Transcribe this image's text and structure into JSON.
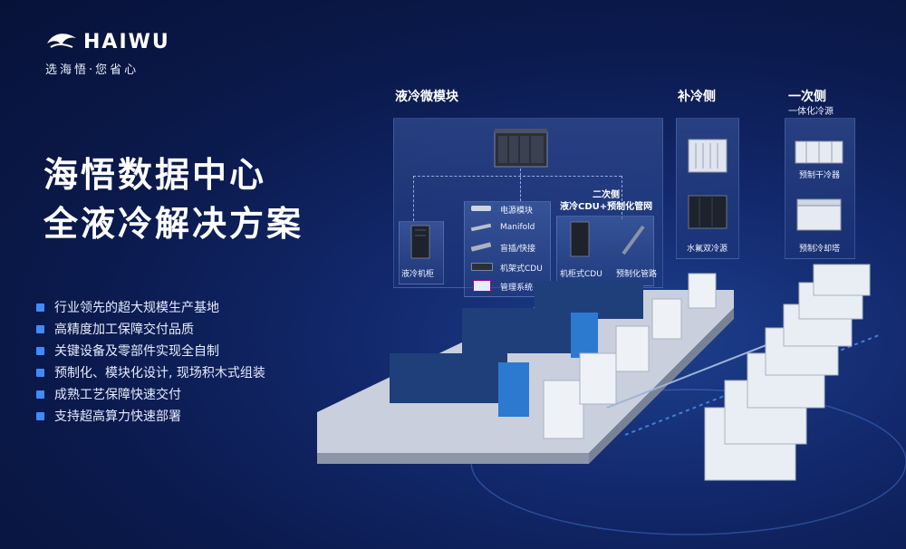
{
  "brand": {
    "name": "HAIWU",
    "tagline": "选海悟·您省心"
  },
  "title": {
    "line1": "海悟数据中心",
    "line2": "全液冷解决方案"
  },
  "bullets": [
    "行业领先的超大规模生产基地",
    "高精度加工保障交付品质",
    "关键设备及零部件实现全自制",
    "预制化、模块化设计, 现场积木式组装",
    "成熟工艺保障快速交付",
    "支持超高算力快速部署"
  ],
  "module": {
    "header": "液冷微模块",
    "cabinet_label": "液冷机柜",
    "components": [
      "电源模块",
      "Manifold",
      "盲插/快接",
      "机架式CDU",
      "管理系统"
    ],
    "secondary_title": "二次侧",
    "secondary_subtitle": "液冷CDU+预制化管网",
    "secondary_items": [
      "机柜式CDU",
      "预制化管路"
    ]
  },
  "supplement": {
    "header": "补冷侧",
    "items": [
      "水氟双冷源"
    ]
  },
  "primary": {
    "header": "一次侧",
    "subheader": "一体化冷源",
    "items": [
      "预制干冷器",
      "预制冷却塔"
    ]
  },
  "colors": {
    "accent": "#3f8bff",
    "background": "#0b1a4d"
  }
}
